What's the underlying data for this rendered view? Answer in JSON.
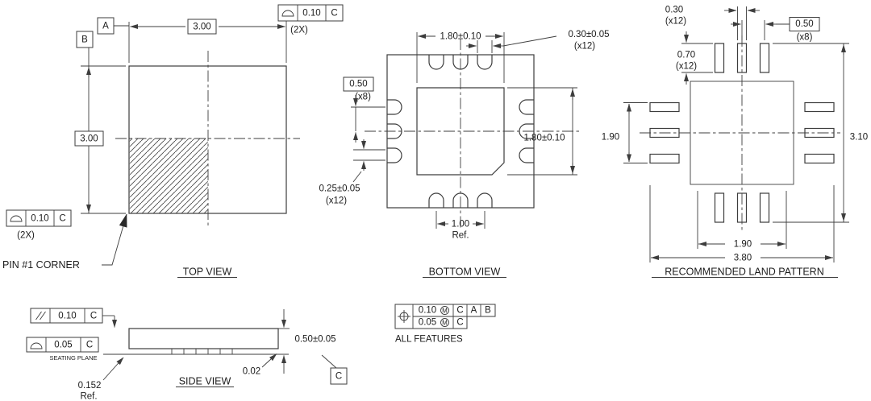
{
  "drawing": {
    "top_view": {
      "title": "TOP VIEW",
      "datum_a": "A",
      "datum_b": "B",
      "width": "3.00",
      "height": "3.00",
      "profile_top": {
        "value": "0.10",
        "datum": "C",
        "qty": "(2X)"
      },
      "profile_bottom": {
        "value": "0.10",
        "datum": "C",
        "qty": "(2X)"
      },
      "pin1_note": "PIN #1 CORNER"
    },
    "bottom_view": {
      "title": "BOTTOM VIEW",
      "pad_width": "1.80±0.10",
      "pad_height": "1.80±0.10",
      "lead_width": "0.30±0.05",
      "lead_width_qty": "(x12)",
      "pitch": "0.50",
      "pitch_qty": "(x8)",
      "lead_length": "0.25±0.05",
      "lead_length_qty": "(x12)",
      "span": "1.00",
      "span_ref": "Ref."
    },
    "land_pattern": {
      "title": "RECOMMENDED LAND PATTERN",
      "pad_width": "0.30",
      "pad_width_qty": "(x12)",
      "pitch": "0.50",
      "pitch_qty": "(x8)",
      "pad_length": "0.70",
      "pad_length_qty": "(x12)",
      "inner_span_v": "1.90",
      "outer_span_v": "3.10",
      "inner_span_h": "1.90",
      "outer_span_h": "3.80"
    },
    "side_view": {
      "title": "SIDE VIEW",
      "parallelism": {
        "value": "0.10",
        "datum": "C"
      },
      "seating": {
        "value": "0.05",
        "datum": "C",
        "label": "SEATING PLANE"
      },
      "height": "0.50±0.05",
      "standoff": "0.02",
      "datum_c": "C",
      "lead_thickness": "0.152",
      "lead_thickness_ref": "Ref."
    },
    "position_tolerance": {
      "row1": {
        "value": "0.10",
        "modifier": "M",
        "datum1": "C",
        "datum2": "A",
        "datum3": "B"
      },
      "row2": {
        "value": "0.05",
        "modifier": "M",
        "datum1": "C"
      },
      "note": "ALL FEATURES"
    }
  }
}
